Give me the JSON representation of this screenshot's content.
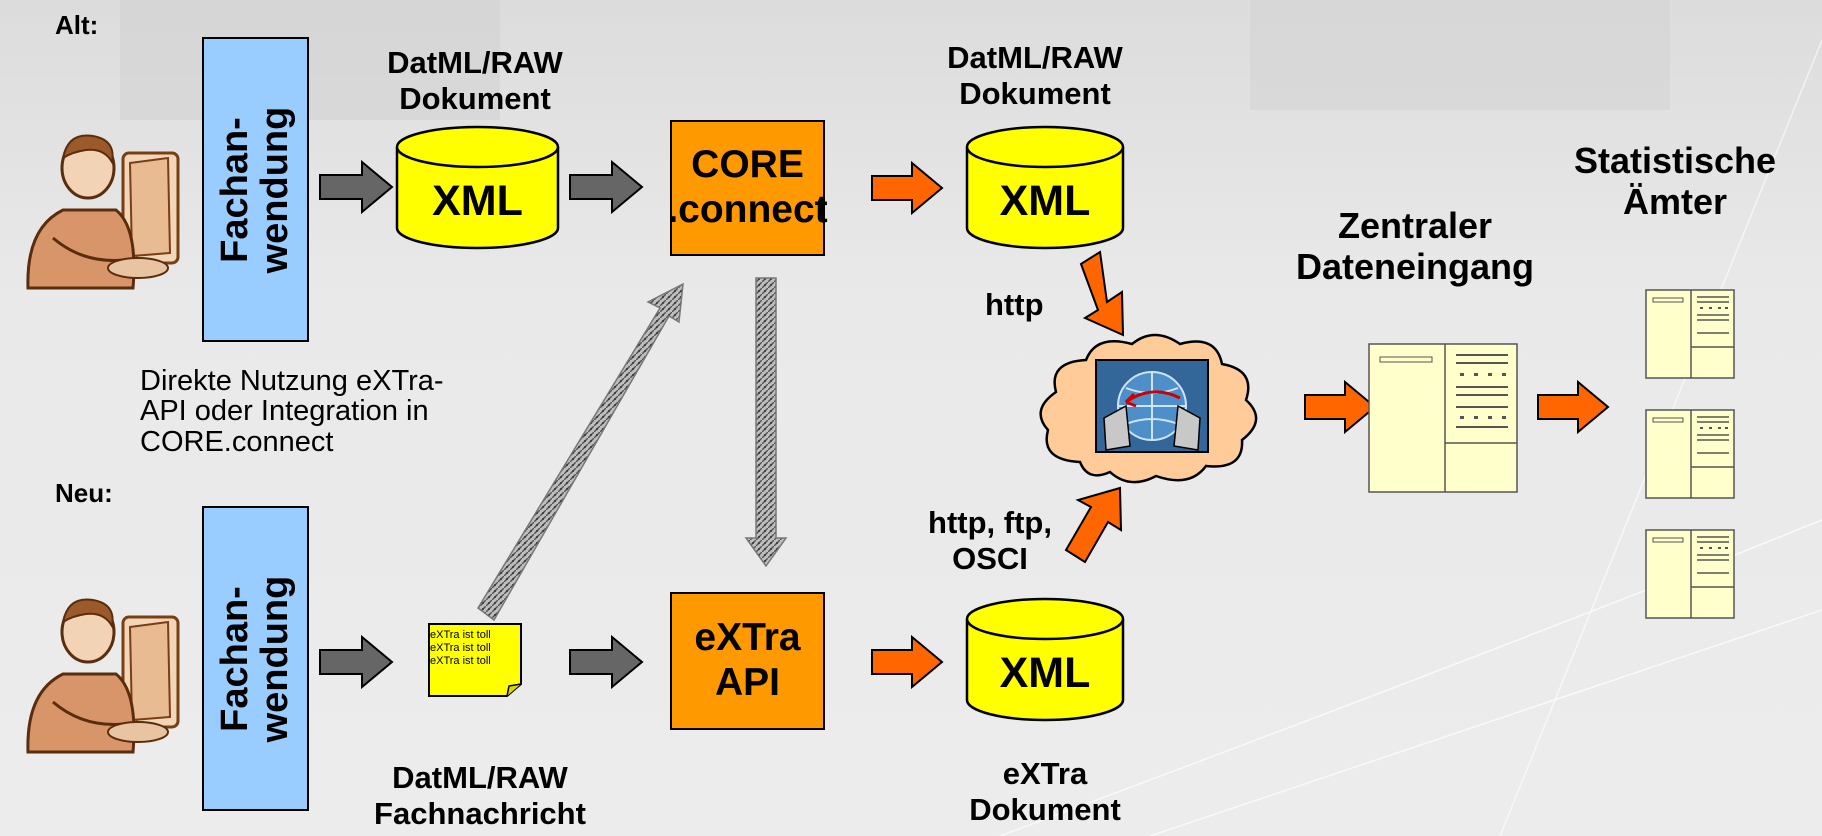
{
  "sections": {
    "old": "Alt:",
    "new": "Neu:"
  },
  "fachanwendung": {
    "line1": "Fachan-",
    "line2": "wendung"
  },
  "labels": {
    "datml_raw_doc_1": [
      "DatML/RAW",
      "Dokument"
    ],
    "datml_raw_doc_2": [
      "DatML/RAW",
      "Dokument"
    ],
    "datml_raw_fachnachricht": [
      "DatML/RAW",
      "Fachnachricht"
    ],
    "extra_dokument": [
      "eXTra",
      "Dokument"
    ],
    "http": "http",
    "http_ftp_osci": [
      "http, ftp,",
      "OSCI"
    ],
    "zentraler_dateneingang": [
      "Zentraler",
      "Dateneingang"
    ],
    "statistische_aemter": [
      "Statistische",
      "Ämter"
    ]
  },
  "cylinders": {
    "text": "XML",
    "color": "#ffff00"
  },
  "boxes": {
    "core_connect": [
      "CORE",
      ".connect"
    ],
    "extra_api": [
      "eXTra",
      "API"
    ]
  },
  "note": [
    "Direkte Nutzung eXTra-",
    "API oder Integration in",
    "CORE.connect"
  ],
  "memo_lines": [
    "eXTra ist toll",
    "eXTra ist toll",
    "eXTra ist toll"
  ],
  "colors": {
    "fach_box": "#99ccff",
    "orange_box": "#ff9900",
    "cylinder": "#ffff00",
    "arrow_gray": "#666666",
    "arrow_orange": "#ff6600",
    "document": "#ffffcc",
    "cloud": "#ffcc99"
  },
  "icons": {
    "user": "person-at-computer-icon",
    "cloud": "network-cloud-icon",
    "document": "form-document-icon",
    "memo": "note-icon"
  }
}
